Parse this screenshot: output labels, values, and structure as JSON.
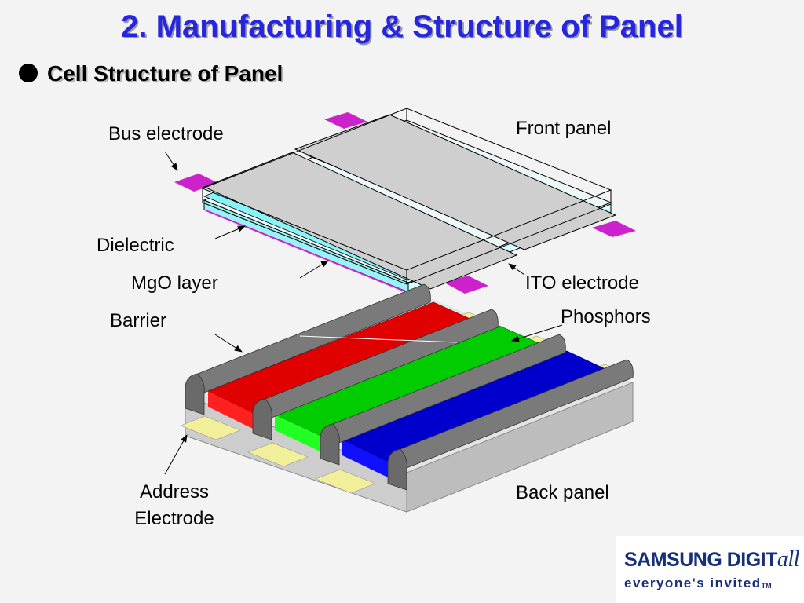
{
  "header": {
    "title": "2. Manufacturing & Structure of Panel",
    "subtitle": "Cell Structure of Panel"
  },
  "labels": {
    "bus_electrode": "Bus electrode",
    "front_panel": "Front panel",
    "dielectric": "Dielectric",
    "mgo_layer": "MgO layer",
    "ito_electrode": "ITO electrode",
    "barrier": "Barrier",
    "phosphors": "Phosphors",
    "address_electrode_line1": "Address",
    "address_electrode_line2": "Electrode",
    "back_panel": "Back panel"
  },
  "logo": {
    "brand": "SAMSUNG DIGIT",
    "brand_italic": "all",
    "tagline": "everyone's invited",
    "tm": "TM"
  },
  "colors": {
    "title_blue": "#2626e0",
    "bus_electrode": "#cc22cc",
    "ito_electrode": "#88f4fa",
    "front_glass": "#cfcfcf",
    "phosphor_red": "#e00000",
    "phosphor_green": "#00cc00",
    "phosphor_blue": "#0000cc",
    "barrier_gray": "#6e6e6e",
    "address_electrode": "#f2ef9a",
    "back_glass": "#d8d8d8"
  }
}
